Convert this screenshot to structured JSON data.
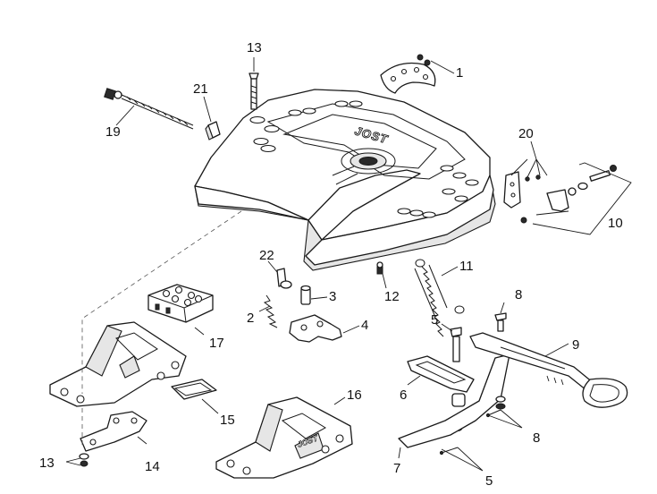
{
  "brand": {
    "main_plate": "JOST",
    "mount_bracket": "JOST"
  },
  "callouts": [
    {
      "id": "c1",
      "label": "1"
    },
    {
      "id": "c2",
      "label": "2"
    },
    {
      "id": "c3",
      "label": "3"
    },
    {
      "id": "c4",
      "label": "4"
    },
    {
      "id": "c5a",
      "label": "5"
    },
    {
      "id": "c5b",
      "label": "5"
    },
    {
      "id": "c6",
      "label": "6"
    },
    {
      "id": "c7",
      "label": "7"
    },
    {
      "id": "c8a",
      "label": "8"
    },
    {
      "id": "c8b",
      "label": "8"
    },
    {
      "id": "c9",
      "label": "9"
    },
    {
      "id": "c10",
      "label": "10"
    },
    {
      "id": "c11",
      "label": "11"
    },
    {
      "id": "c12",
      "label": "12"
    },
    {
      "id": "c13a",
      "label": "13"
    },
    {
      "id": "c13b",
      "label": "13"
    },
    {
      "id": "c14",
      "label": "14"
    },
    {
      "id": "c15",
      "label": "15"
    },
    {
      "id": "c16",
      "label": "16"
    },
    {
      "id": "c17",
      "label": "17"
    },
    {
      "id": "c19",
      "label": "19"
    },
    {
      "id": "c20",
      "label": "20"
    },
    {
      "id": "c21",
      "label": "21"
    },
    {
      "id": "c22",
      "label": "22"
    }
  ]
}
